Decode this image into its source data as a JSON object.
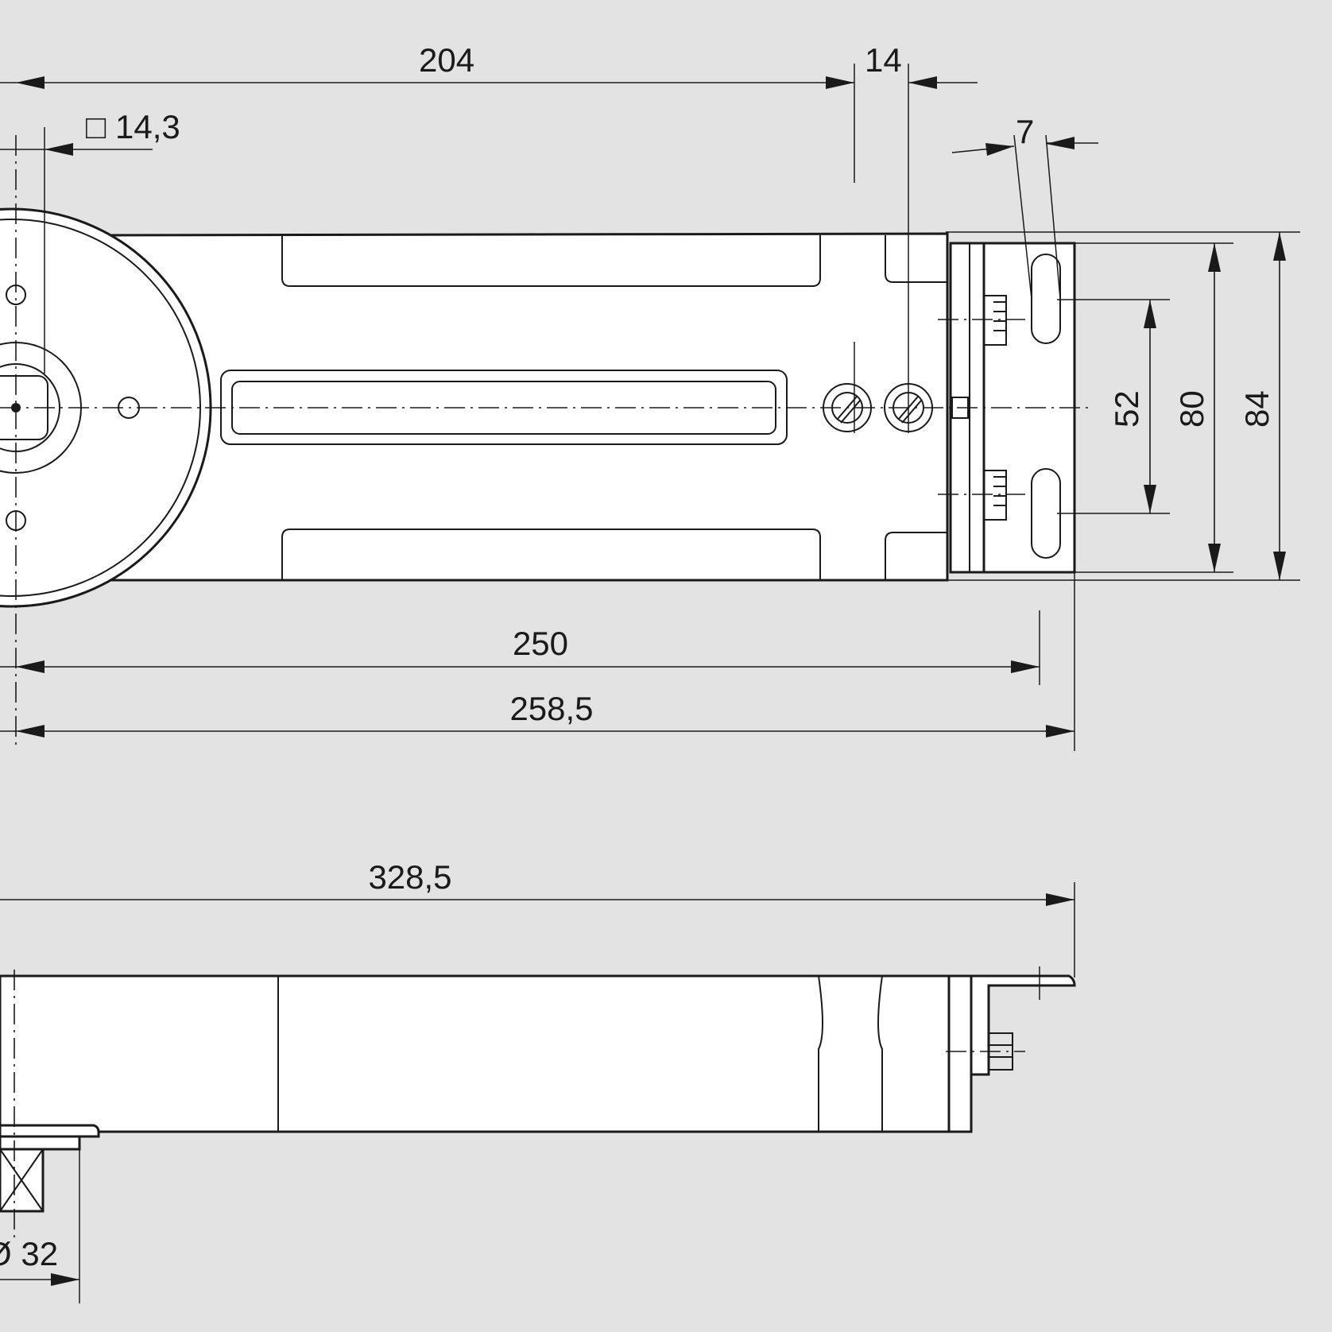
{
  "dimensions": {
    "top_length": "204",
    "top_offset": "14",
    "square_spindle": "□ 14,3",
    "slot_width": "7",
    "slot_spacing": "52",
    "inner_width": "80",
    "overall_width": "84",
    "length_250": "250",
    "length_258": "258,5",
    "length_side": "328,5",
    "spindle_diameter": "Ø 32"
  },
  "colors": {
    "background": "#e3e3e3",
    "line": "#1a1a1a",
    "part_fill": "#ffffff"
  }
}
